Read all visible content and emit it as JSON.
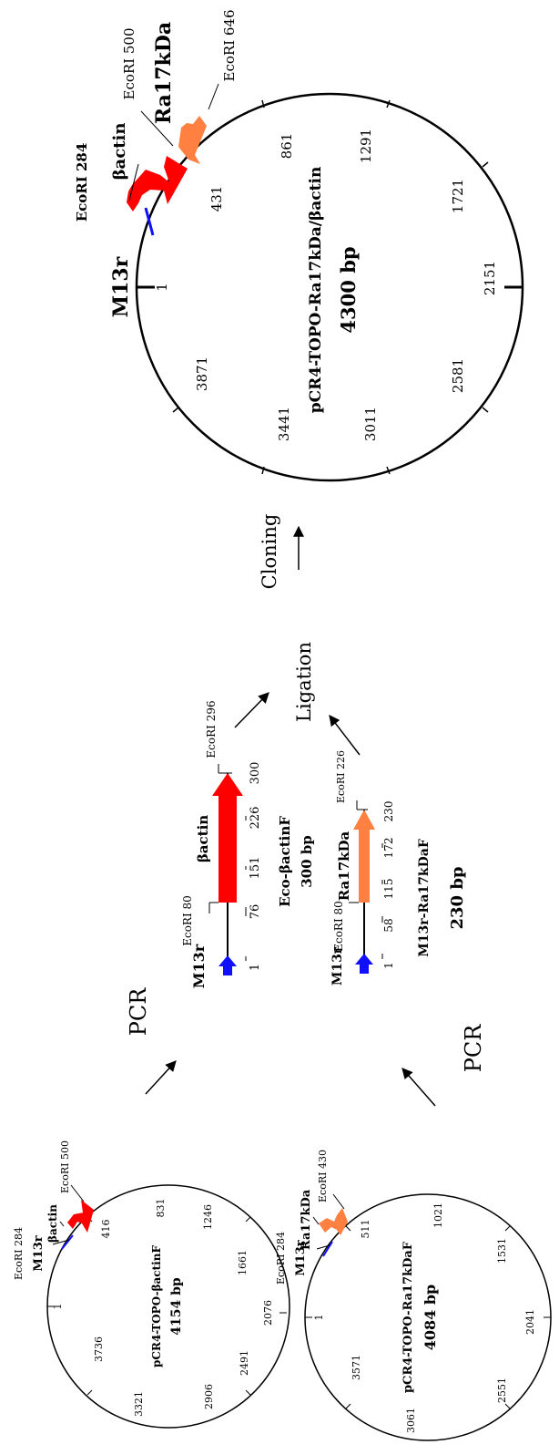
{
  "colors": {
    "m13r": "#1010ff",
    "bactin": "#ff0000",
    "ra17": "#ff8040",
    "line": "#000000"
  },
  "plasmid_large": {
    "name": "pCR4-TOPO-Ra17kDa/βactin",
    "size": "4300 bp",
    "ticks": [
      "1",
      "431",
      "861",
      "1291",
      "1721",
      "2151",
      "2581",
      "3011",
      "3441",
      "3871"
    ],
    "labels": {
      "m13r": "M13r",
      "ecori_284": "EcoRI 284",
      "bactin": "βactin",
      "ecori_500": "EcoRI 500",
      "ra17": "Ra17kDa",
      "ecori_646": "EcoRI 646"
    }
  },
  "plasmid_small_bactin": {
    "name": "pCR4-TOPO-βactinF",
    "size": "4154 bp",
    "ticks": [
      "1",
      "416",
      "831",
      "1246",
      "1661",
      "2076",
      "2491",
      "2906",
      "3321",
      "3736"
    ],
    "labels": {
      "ecori_284": "EcoRI 284",
      "m13r": "M13r",
      "bactin": "βactin",
      "ecori_500": "EcoRI 500"
    }
  },
  "plasmid_small_ra17": {
    "name": "pCR4-TOPO-Ra17kDaF",
    "size": "4084 bp",
    "ticks": [
      "1",
      "511",
      "1021",
      "1531",
      "2041",
      "2551",
      "3061",
      "3571"
    ],
    "labels": {
      "ecori_284": "EcoRI 284",
      "m13r": "M13r",
      "ra17": "Ra17kDa",
      "ecori_430": "EcoRI 430"
    }
  },
  "linear_bactin": {
    "name": "Eco-βactinF",
    "size": "300 bp",
    "ticks": [
      "1",
      "76",
      "151",
      "226",
      "300"
    ],
    "labels": {
      "m13r": "M13r",
      "ecori_80": "EcoRI 80",
      "bactin": "βactin",
      "ecori_296": "EcoRI 296"
    }
  },
  "linear_ra17": {
    "name": "M13r-Ra17kDaF",
    "size": "230 bp",
    "ticks": [
      "1",
      "58",
      "115",
      "172",
      "230"
    ],
    "labels": {
      "m13r": "M13r",
      "ecori_80": "EcoRI 80",
      "ra17": "Ra17kDa",
      "ecori_226": "EcoRI 226"
    }
  },
  "steps": {
    "pcr": "PCR",
    "ligation": "Ligation",
    "cloning": "Cloning"
  }
}
